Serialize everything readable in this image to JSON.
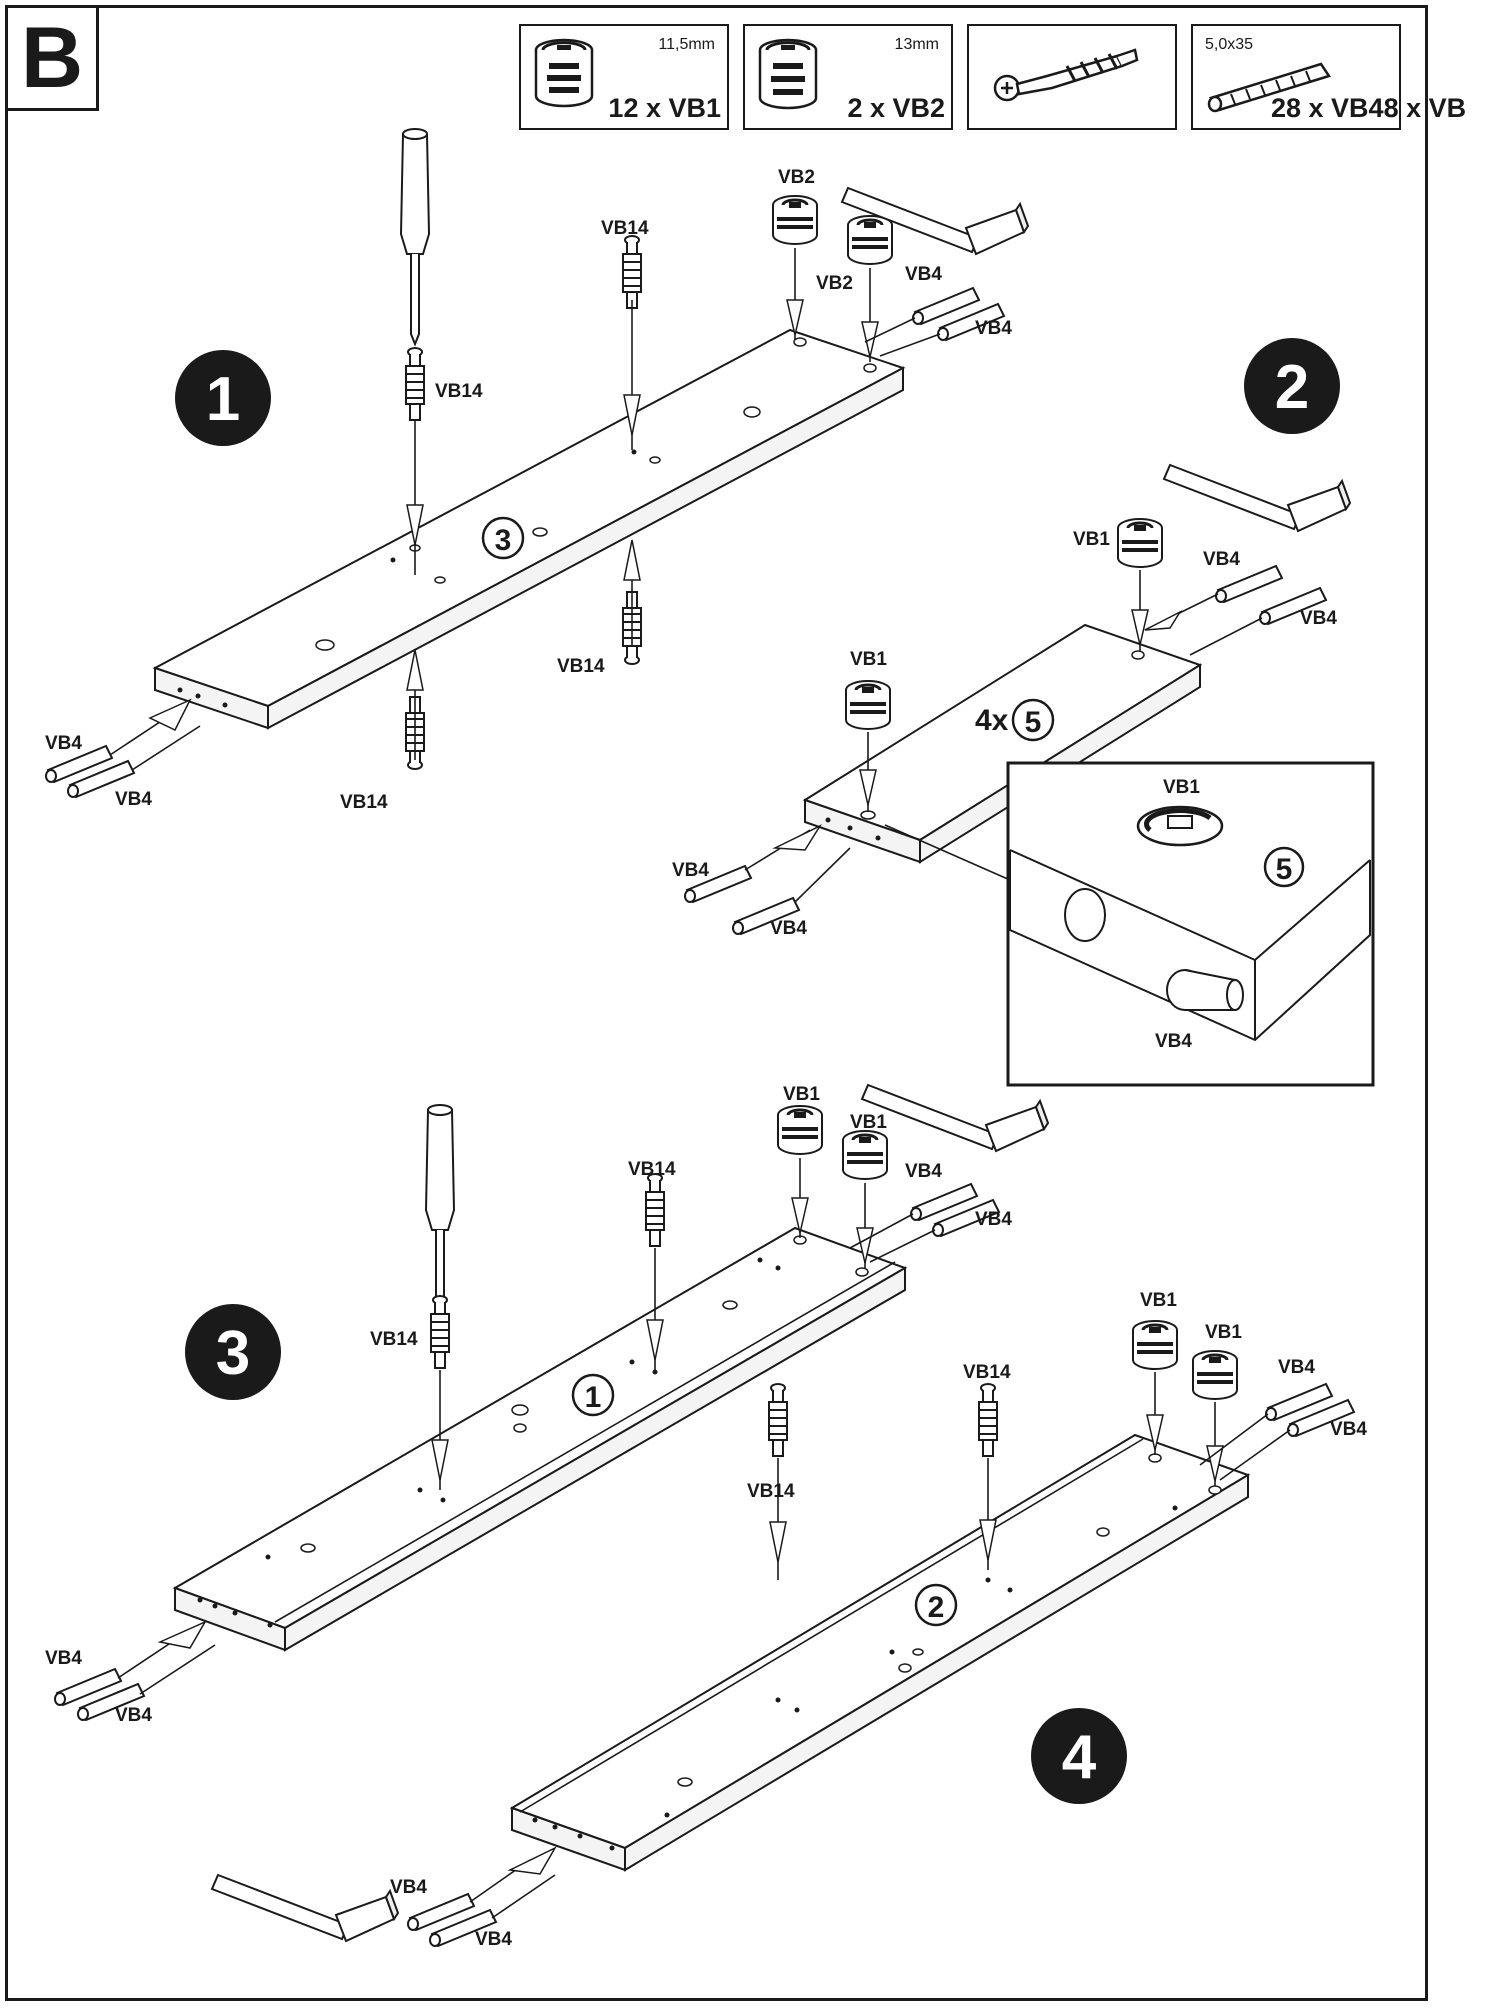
{
  "section": {
    "letter": "B"
  },
  "parts_legend": [
    {
      "spec": "11,5mm",
      "qty_text": "12 x VB1",
      "icon": "cam-lock-11-5-icon"
    },
    {
      "spec": "13mm",
      "qty_text": "2 x VB2",
      "icon": "cam-lock-13-icon"
    },
    {
      "spec": "",
      "qty_text": "",
      "icon": "cam-bolt-icon"
    },
    {
      "spec": "5,0x35",
      "qty_text": "28 x VB48 x VB",
      "icon": "wooden-dowel-icon"
    }
  ],
  "steps": [
    "1",
    "2",
    "3",
    "4"
  ],
  "panel_numbers": {
    "step1_panel": "3",
    "step2_panel_prefix": "4x",
    "step2_panel": "5",
    "detail_panel": "5",
    "step3_panel": "1",
    "step4_panel": "2"
  },
  "labels": {
    "vb1": "VB1",
    "vb2": "VB2",
    "vb4": "VB4",
    "vb14": "VB14"
  },
  "colors": {
    "ink": "#1a1a1a",
    "paper": "#ffffff",
    "step_badge": "#1a1a1a"
  }
}
